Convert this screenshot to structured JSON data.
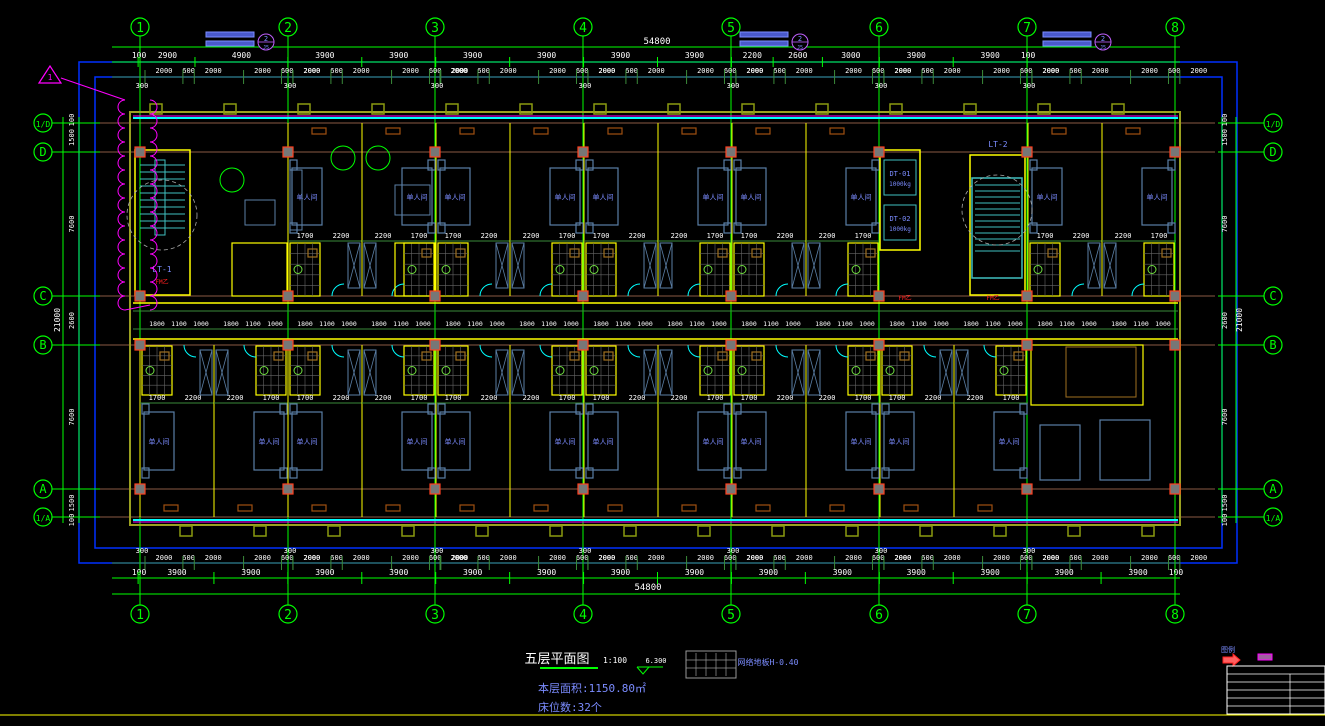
{
  "drawing": {
    "title": "五层平面图",
    "scale": "1:100",
    "elevation": "6.300",
    "floor_area": "本层面积:1150.80㎡",
    "bed_count": "床位数:32个",
    "floor_note": "网络地板H-0.40",
    "revision_mark": "1"
  },
  "axes": {
    "vertical": [
      "1",
      "2",
      "3",
      "4",
      "5",
      "6",
      "7",
      "8"
    ],
    "horizontal": [
      "1/D",
      "D",
      "C",
      "B",
      "A",
      "1/A"
    ]
  },
  "dimensions": {
    "overall": "54800",
    "overall_vertical": "21000",
    "top_row1": [
      "100",
      "2900",
      "4900",
      "3900",
      "3900",
      "3900",
      "3900",
      "3900",
      "3900",
      "2200",
      "2600",
      "3000",
      "3900",
      "3900",
      "100"
    ],
    "top_row2_bay": [
      "2000",
      "600",
      "2000",
      "600",
      "2000",
      "300"
    ],
    "bottom_row1": [
      "100",
      "3900",
      "3900",
      "3900",
      "3900",
      "3900",
      "3900",
      "3900",
      "3900",
      "3900",
      "3900",
      "3900",
      "3900",
      "3900",
      "3900",
      "100"
    ],
    "left_vertical": [
      "100",
      "1500",
      "7600",
      "2600",
      "7600",
      "1500",
      "100"
    ],
    "room_widths": [
      "1700",
      "2200"
    ],
    "corridor_row": [
      "1800",
      "1100",
      "1000",
      "1000",
      "1100"
    ],
    "column_offset": "300"
  },
  "labels": {
    "room": "单人间",
    "stair1": "LT-1",
    "stair2": "LT-2",
    "elevator1": "DT-01",
    "elevator2": "DT-02",
    "elevator_load": "1000kg",
    "fire_door": "FM乙",
    "section_mark": "2",
    "section_sheet": "J5",
    "legend_title": "图例"
  },
  "colors": {
    "background": "#000000",
    "axis": "#00ff00",
    "dim_text": "#ffffff",
    "wall": "#ffff00",
    "window": "#00ffff",
    "furniture": "#5b7fa6",
    "column": "#ff4020",
    "cloud": "#ff00ff",
    "frame": "#0030ff",
    "note": "#7b8cff",
    "toilet": "#a07020"
  }
}
